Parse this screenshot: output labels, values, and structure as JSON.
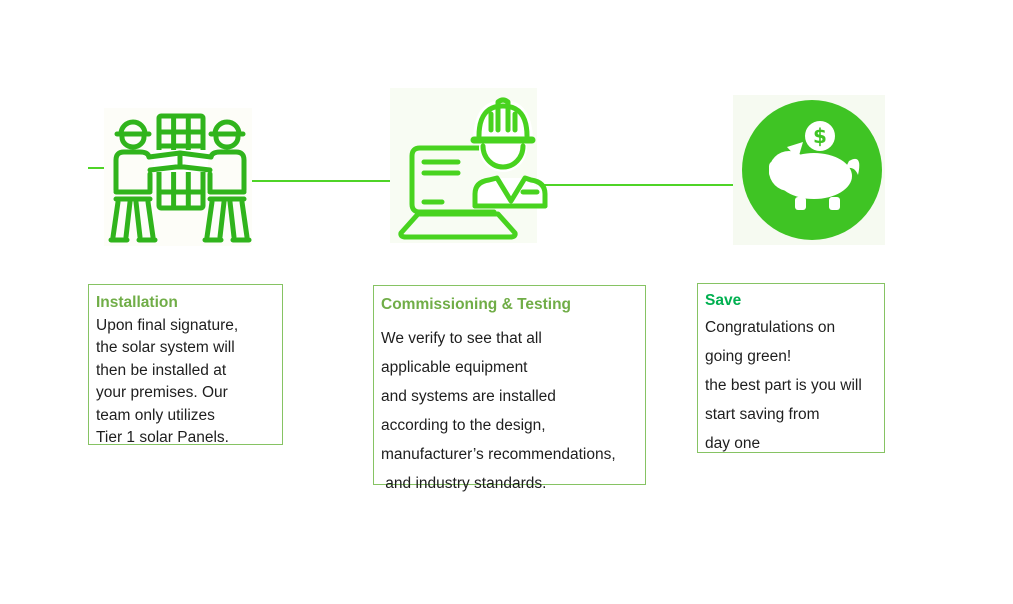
{
  "colors": {
    "page_bg": "#ffffff",
    "icon_workers_stroke": "#30b41c",
    "icon_engineer_stroke": "#48d31f",
    "piggy_circle_fill": "#3fc424",
    "connector_line": "#4fd427",
    "card_border": "#86c363",
    "body_text": "#1e1e1e",
    "title_green": "#70ad47",
    "save_green": "#00b050"
  },
  "flow": {
    "steps": [
      {
        "id": "installation",
        "icon": "workers-carrying-solar-panel",
        "title": "Installation",
        "title_color": "#70ad47",
        "body_lines": [
          "Upon final signature,",
          "the solar system will",
          "then be installed at",
          "your premises. Our",
          "team only utilizes",
          "Tier 1 solar Panels."
        ]
      },
      {
        "id": "commissioning-testing",
        "icon": "engineer-with-laptop-and-hard-hat",
        "title": "Commissioning & Testing",
        "title_color": "#70ad47",
        "body_lines": [
          "We verify to see that all",
          "applicable equipment",
          "and systems are installed",
          "according to the design,",
          "manufacturer’s recommendations,",
          " and industry standards."
        ]
      },
      {
        "id": "save",
        "icon": "piggy-bank-with-dollar-coin",
        "title": "Save",
        "title_color": "#00b050",
        "body_lines": [
          "Congratulations on",
          "going green!",
          "the best part is you will",
          "start saving from",
          "day one"
        ]
      }
    ]
  },
  "icons": {
    "coin_symbol": "$"
  }
}
